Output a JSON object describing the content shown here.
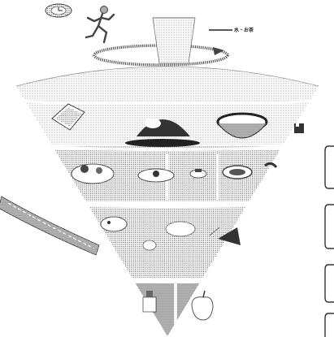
{
  "figure": {
    "water_label": "水・お茶",
    "clock_icon": "clock-icon",
    "runner_icon": "running-person-icon",
    "glass_icon": "water-glass-icon"
  },
  "tiers": [
    {
      "id": "top-rim",
      "items": []
    },
    {
      "id": "staple-foods",
      "items": [
        "bread-icon",
        "rice-ball-icon",
        "rice-bowl-icon",
        "seasoning-icon"
      ]
    },
    {
      "id": "vegetables",
      "items": [
        "salad-icon",
        "vegetable-dish-icon",
        "small-dish-icon",
        "soup-bowl-icon"
      ]
    },
    {
      "id": "main-dishes",
      "items": [
        "fish-icon",
        "egg-icon",
        "meat-icon"
      ]
    },
    {
      "id": "milk-fruit",
      "items": [
        "milk-carton-icon",
        "apple-icon"
      ]
    }
  ]
}
